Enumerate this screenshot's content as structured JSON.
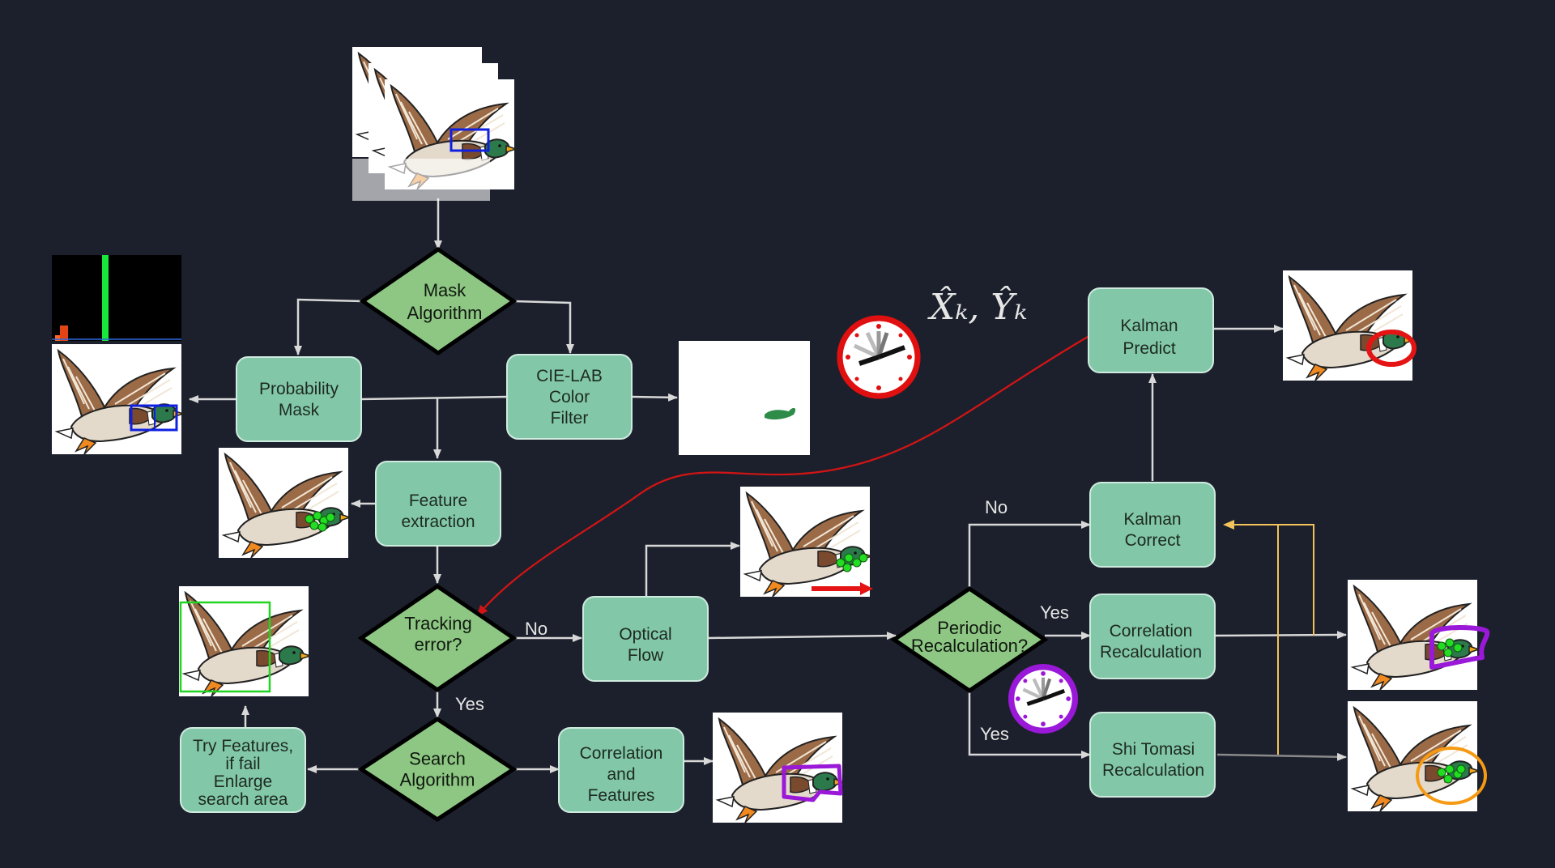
{
  "nodes": {
    "mask_algorithm": [
      "Mask",
      "Algorithm"
    ],
    "probability_mask": [
      "Probability",
      "Mask"
    ],
    "cielab_filter": [
      "CIE-LAB",
      "Color",
      "Filter"
    ],
    "feature_extraction": [
      "Feature",
      "extraction"
    ],
    "tracking_error": [
      "Tracking",
      "error?"
    ],
    "search_algorithm": [
      "Search",
      "Algorithm"
    ],
    "try_features": [
      "Try Features,",
      "if fail",
      "Enlarge",
      "search area"
    ],
    "correlation_features": [
      "Correlation",
      "and",
      "Features"
    ],
    "optical_flow": [
      "Optical",
      "Flow"
    ],
    "periodic_recalc": [
      "Periodic",
      "Recalculation?"
    ],
    "kalman_correct": [
      "Kalman",
      "Correct"
    ],
    "kalman_predict": [
      "Kalman",
      "Predict"
    ],
    "correlation_recalc": [
      "Correlation",
      "Recalculation"
    ],
    "shi_tomasi_recalc": [
      "Shi Tomasi",
      "Recalculation"
    ]
  },
  "edge_labels": {
    "tracking_no": "No",
    "tracking_yes": "Yes",
    "periodic_no": "No",
    "periodic_yes_correlation": "Yes",
    "periodic_yes_shi": "Yes"
  },
  "math": {
    "kalman_estimate": "X̂ₖ, Ŷₖ"
  },
  "colors": {
    "background": "#1c202c",
    "box_fill": "#82c8a8",
    "diamond_fill": "#8ec783",
    "arrow": "#d8d8d8",
    "feedback_arrow": "#d41414",
    "kalman_feed": "#f2c35a",
    "clock_red": "#e01010",
    "clock_purple": "#9a18d8",
    "mask_green": "#2e8b48",
    "feature_points": "#22dd22",
    "bounding_box_blue": "#1020e0",
    "detect_box_green": "#22d422",
    "tracking_outline_purple": "#9a18d8",
    "predict_circle_red": "#e41414",
    "shi_circle_orange": "#f59a12",
    "motion_arrow_red": "#e41414"
  },
  "icons": [
    "clock-icon",
    "histogram-image",
    "duck-image"
  ]
}
